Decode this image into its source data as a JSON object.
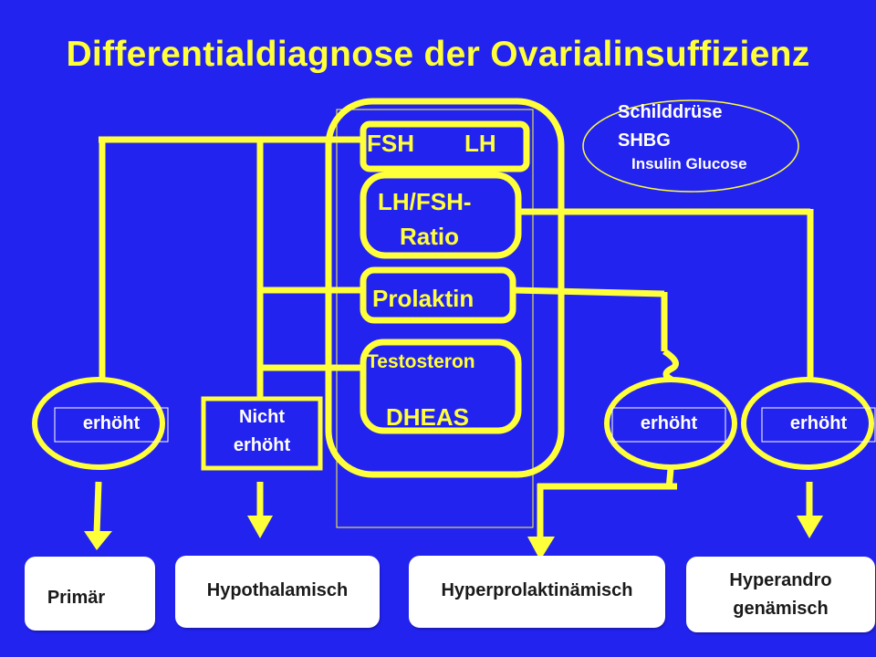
{
  "title": "Differentialdiagnose der Ovarialinsuffizienz",
  "colors": {
    "background": "#2323f0",
    "accent": "#ffff3a",
    "box": "#ffffff"
  },
  "tests": {
    "fsh": "FSH",
    "lh": "LH",
    "ratio_line1": "LH/FSH-",
    "ratio_line2": "Ratio",
    "prolaktin": "Prolaktin",
    "testosteron": "Testosteron",
    "dheas": "DHEAS"
  },
  "extra": {
    "line1": "Schilddrüse",
    "line2": "SHBG",
    "line3": "Insulin Glucose"
  },
  "results": {
    "primary": "erhöht",
    "not_raised_line1": "Nicht",
    "not_raised_line2": "erhöht",
    "prolactin": "erhöht",
    "androgen": "erhöht"
  },
  "diagnoses": {
    "primar": "Primär",
    "hypothalamisch": "Hypothalamisch",
    "hyperprolaktinamisch": "Hyperprolaktinämisch",
    "hyperandrogen_line1": "Hyperandro",
    "hyperandrogen_line2": "genämisch"
  }
}
